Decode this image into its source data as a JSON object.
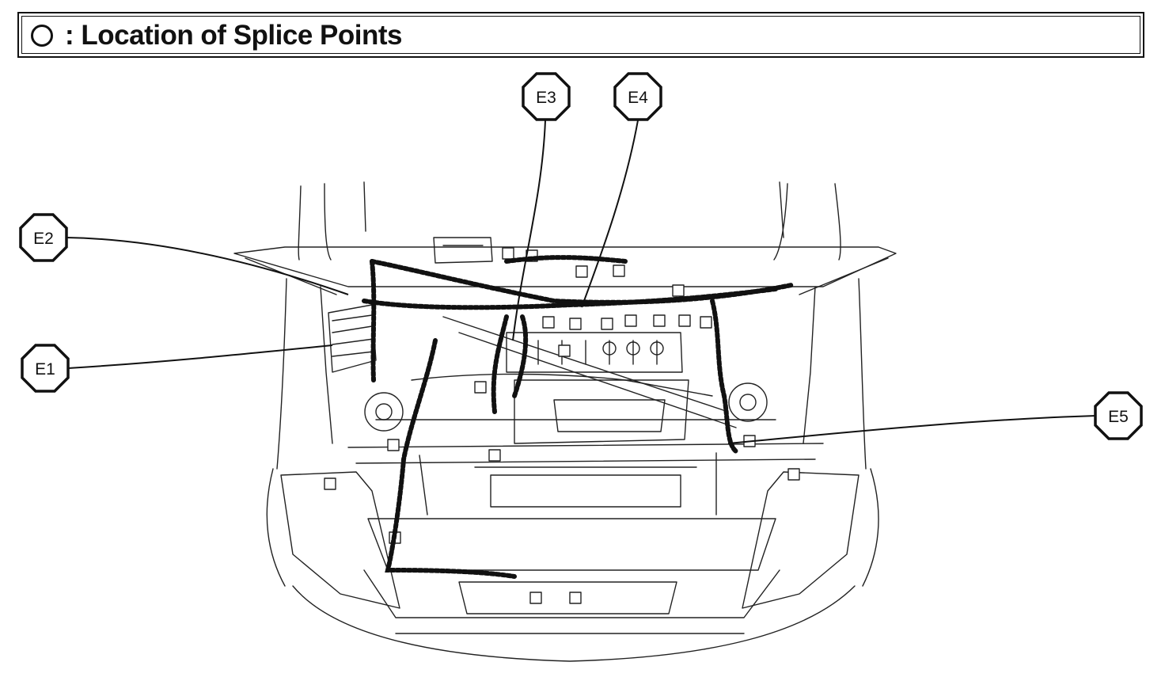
{
  "title": {
    "icon": "circle-icon",
    "text": ": Location of Splice Points"
  },
  "splice_points": [
    {
      "id": "E1",
      "label": "E1"
    },
    {
      "id": "E2",
      "label": "E2"
    },
    {
      "id": "E3",
      "label": "E3"
    },
    {
      "id": "E4",
      "label": "E4"
    },
    {
      "id": "E5",
      "label": "E5"
    }
  ],
  "illustration": "engine-compartment-wiring-harness",
  "colors": {
    "ink": "#111111",
    "background": "#ffffff"
  }
}
